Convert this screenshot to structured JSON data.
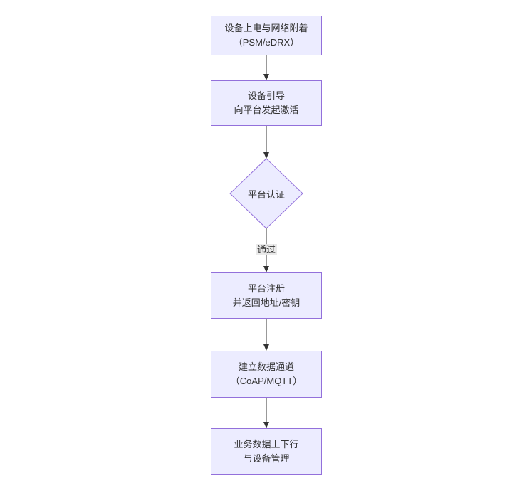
{
  "flowchart": {
    "nodes": {
      "power_attach": {
        "line1": "设备上电与网络附着",
        "line2": "（PSM/eDRX）"
      },
      "bootstrap": {
        "line1": "设备引导",
        "line2": "向平台发起激活"
      },
      "auth": {
        "label": "平台认证",
        "shape": "diamond"
      },
      "register": {
        "line1": "平台注册",
        "line2": "并返回地址/密钥"
      },
      "channel": {
        "line1": "建立数据通道",
        "line2": "（CoAP/MQTT）"
      },
      "business": {
        "line1": "业务数据上下行",
        "line2": "与设备管理"
      }
    },
    "edges": {
      "auth_to_register_label": "通过"
    },
    "colors": {
      "node_fill": "#ECECFF",
      "node_border": "#9370DB",
      "arrow": "#333333",
      "text": "#333333",
      "edge_label_bg": "#E8E8E8",
      "background": "#FFFFFF"
    }
  }
}
